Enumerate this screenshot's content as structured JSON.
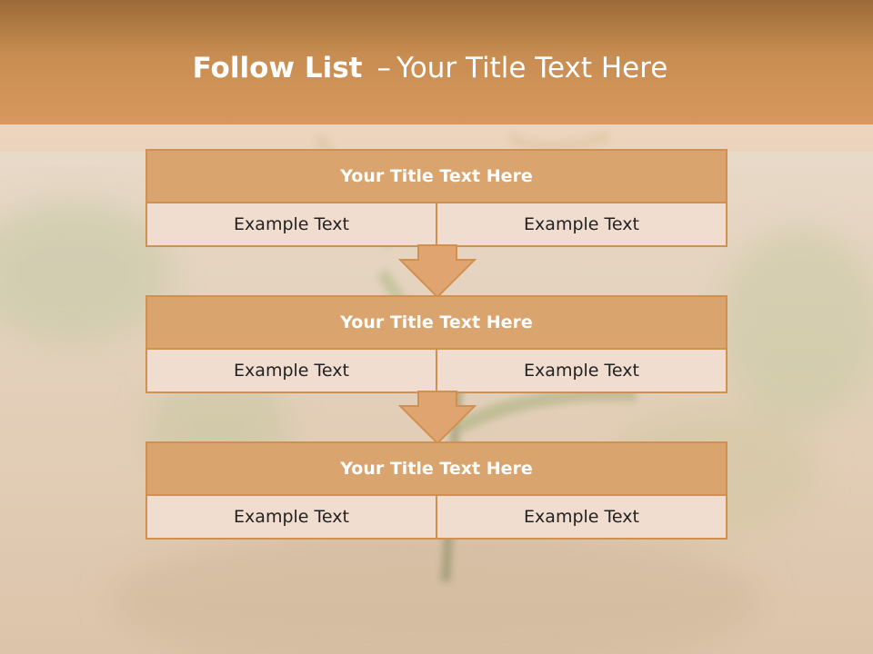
{
  "header": {
    "title_bold": "Follow List",
    "title_sep": "–",
    "title_rest": "Your Title Text Here"
  },
  "steps": [
    {
      "title": "Your Title Text Here",
      "left": "Example Text",
      "right": "Example Text"
    },
    {
      "title": "Your Title Text Here",
      "left": "Example Text",
      "right": "Example Text"
    },
    {
      "title": "Your Title Text Here",
      "left": "Example Text",
      "right": "Example Text"
    }
  ],
  "colors": {
    "header": "#c88d52",
    "box_title": "#daa46f",
    "box_border": "#d09150",
    "cell_bg": "#f0ddd0",
    "arrow": "#e0a470"
  },
  "background": {
    "image_subject": "seedling sprouting from soil"
  }
}
